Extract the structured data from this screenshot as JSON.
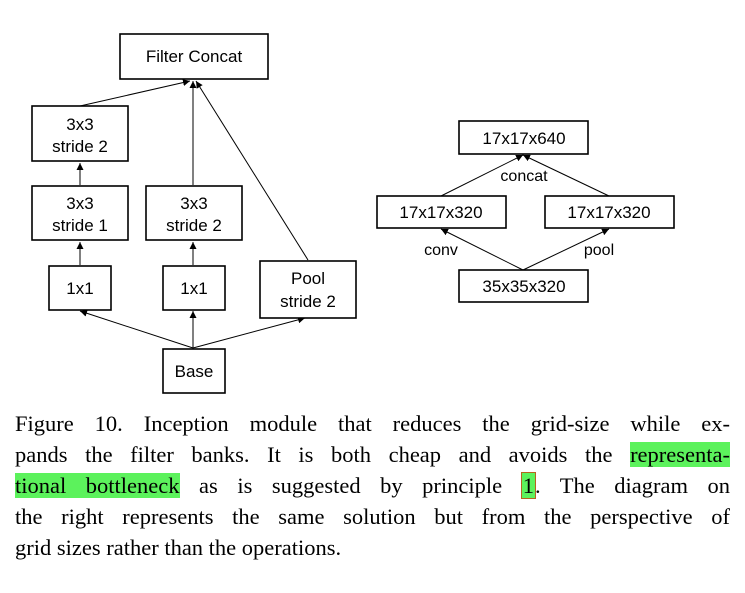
{
  "diagram_left": {
    "nodes": {
      "filter_concat": "Filter Concat",
      "b1_conv3x3_stride2": [
        "3x3",
        "stride 2"
      ],
      "b1_conv3x3_stride1": [
        "3x3",
        "stride 1"
      ],
      "b1_conv1x1": "1x1",
      "b2_conv3x3_stride2": [
        "3x3",
        "stride 2"
      ],
      "b2_conv1x1": "1x1",
      "pool_stride2": [
        "Pool",
        "stride 2"
      ],
      "base": "Base"
    }
  },
  "diagram_right": {
    "nodes": {
      "out": "17x17x640",
      "left": "17x17x320",
      "right": "17x17x320",
      "input": "35x35x320"
    },
    "labels": {
      "concat": "concat",
      "conv": "conv",
      "pool": "pool"
    }
  },
  "caption": {
    "l1": "Figure 10. Inception module that reduces the grid-size while ex-",
    "l2a": "pands the filter banks. It is both cheap and avoids the ",
    "l2b": "representa-",
    "l3a": "tional bottleneck",
    "l3b": " as is suggested by principle ",
    "l3c": "1",
    "l3d": ". The diagram on",
    "l4": "the right represents the same solution but from the perspective of",
    "l5": "grid sizes rather than the operations."
  },
  "highlight_color": "#5cf25c"
}
